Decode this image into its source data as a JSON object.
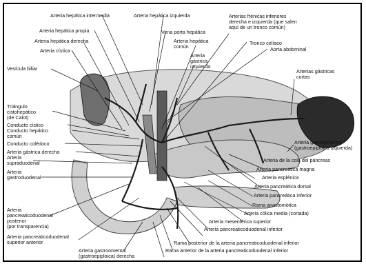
{
  "labels": {
    "arteria_hepatica_intermedia": "Arteria hepática intermedia",
    "arteria_hepatica_izquierda": "Arteria hepática izquierda",
    "arteria_hepatica_propia": "Arteria hepática propia",
    "arteria_hepatica_derecha": "Arteria hepática derecha",
    "arteria_cistica": "Arteria cística",
    "vesicula_biliar": "Vesícula biliar",
    "vena_porta_hepatica": "Vena porta hepática",
    "arteria_hepatica_comun": [
      "Arteria hepática",
      "común"
    ],
    "arteria_gastrica_izquierda": [
      "Arteria",
      "gástrica",
      "izquierda"
    ],
    "arterias_frenicas": [
      "Arterias frénicas inferiores",
      "derecha e izquierda (que salen",
      "aquí de un tronco común)"
    ],
    "tronco_celiaco": "Tronco celíaco",
    "aorta_abdominal": "Aorta abdominal",
    "arterias_gastricas_cortas": [
      "Arterias gástricas",
      "cortas"
    ],
    "triangulo_cistohepatico": [
      "Triángulo",
      "cistohepático",
      "(de Calot)"
    ],
    "conducto_cistico": "Conducto cístico",
    "conducto_hepatico_comun": [
      "Conducto hepático",
      "común"
    ],
    "conducto_coledoco": "Conducto colédoco",
    "arteria_gastrica_derecha": "Arteria gástrica derecha",
    "arteria_supraduodenal": [
      "Arteria",
      "supraduodenal"
    ],
    "arteria_gastroduodenal": [
      "Arteria",
      "gastroduodenal"
    ],
    "arteria_gastroomental_izquierda": [
      "Arteria gastroomental",
      "(gastroepiploica izquierda)"
    ],
    "arteria_cola_pancreas": "Arteria de la cola del páncreas",
    "arteria_pancreatica_magna": "Arteria pancreática magna",
    "arteria_esplenica": "Arteria esplénica",
    "arteria_pancreatica_dorsal": "Arteria pancreática dorsal",
    "arteria_pancreatica_inferior": "Arteria pancreática inferior",
    "rama_anastomotica": "Rama anastomótica",
    "arteria_colica_media": "Arteria cólica media (cortada)",
    "arteria_mesenterica_superior": "Arteria mesentérica superior",
    "arteria_pd_inferior": "Arteria pancreaticoduodenal inferior",
    "rama_posterior": "Rama posterior de la arteria pancreaticoduodenal inferior",
    "rama_anterior": "Rama anterior de la arteria pancreaticoduodenal inferior",
    "arteria_pd_posterior": [
      "Arteria",
      "pancreaticoduodenal",
      "posterior",
      "(por transparencia)"
    ],
    "arteria_pd_superior_anterior": [
      "Arteria pancreaticoduodenal",
      "superior anterior"
    ],
    "arteria_gastroomental_derecha": [
      "Arteria gastroomental",
      "(gastroepiploica) derecha"
    ]
  }
}
